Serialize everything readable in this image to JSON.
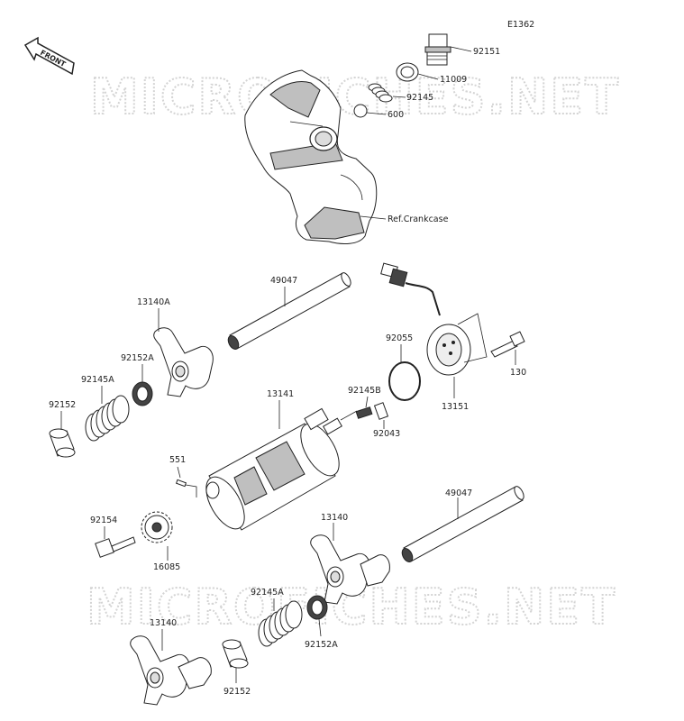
{
  "diagram_code": "E1362",
  "watermark": "MICROFICHES.NET",
  "front_label": "FRONT",
  "ref_label": "Ref.Crankcase",
  "parts": {
    "p92151": "92151",
    "p11009": "11009",
    "p92145": "92145",
    "p600": "600",
    "p49047_top": "49047",
    "p13140A": "13140A",
    "p92152A_top": "92152A",
    "p92145A_top": "92145A",
    "p92152_top": "92152",
    "p92055": "92055",
    "p130": "130",
    "p13151": "13151",
    "p13141": "13141",
    "p92145B": "92145B",
    "p92043": "92043",
    "p551": "551",
    "p92154": "92154",
    "p16085": "16085",
    "p49047_bottom": "49047",
    "p13140_mid": "13140",
    "p92145A_bottom": "92145A",
    "p92152A_bottom": "92152A",
    "p13140_bottom": "13140",
    "p92152_bottom": "92152"
  }
}
